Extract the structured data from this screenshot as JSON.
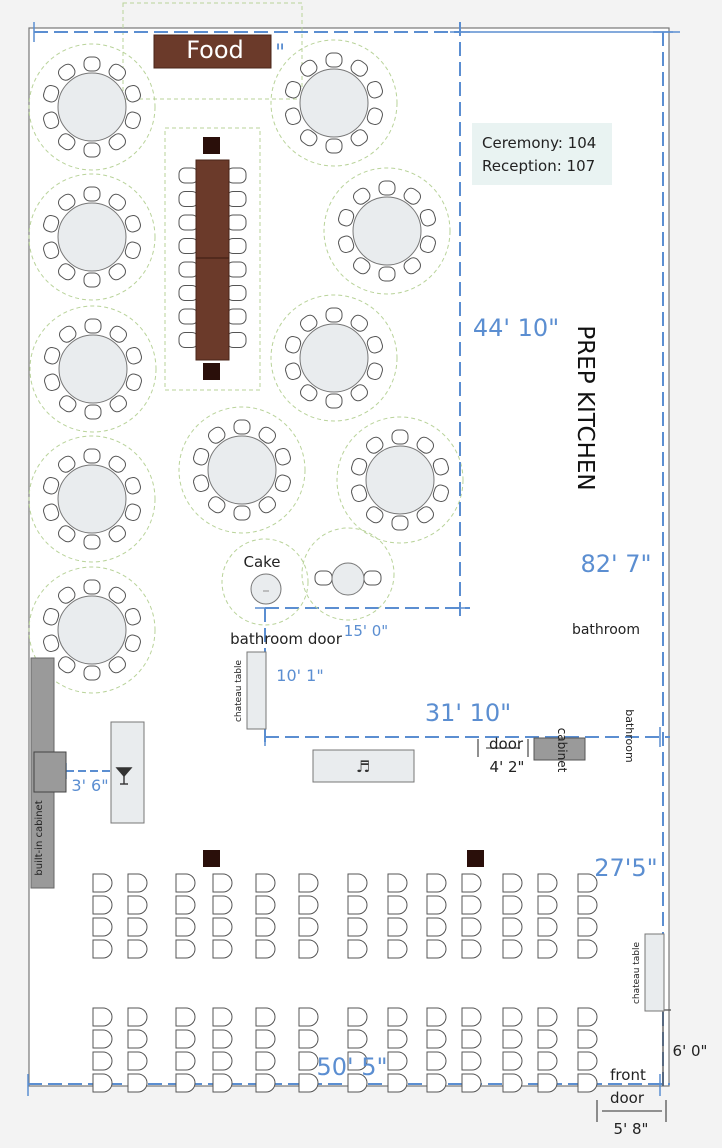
{
  "colors": {
    "background": "#f3f3f3",
    "room_fill": "#ffffff",
    "table_fill": "#e9ecee",
    "wood": "#6b3a2a",
    "dimension_blue": "#5b8ed1",
    "guide_green": "#b9d39a",
    "cabinet_gray": "#9a9a9a",
    "capacity_box": "#e9f3f2",
    "post": "#2a0f0a"
  },
  "labels": {
    "food": "Food",
    "food_tail": "\"",
    "capacity_ceremony": "Ceremony: 104",
    "capacity_reception": "Reception: 107",
    "prep_kitchen": "PREP KITCHEN",
    "cake": "Cake",
    "bathroom_door": "bathroom door",
    "chateau_table_left": "chateau table",
    "chateau_table_right": "chateau table",
    "bathroom_main": "bathroom",
    "bathroom_side": "bathroom",
    "door": "door",
    "cabinet": "cabinet",
    "built_in_cabinet": "built-in cabinet",
    "front": "front",
    "front_door": "door",
    "bar_icon": "cocktail-glass-icon",
    "dj_icon": "music-note-icon"
  },
  "dimensions": {
    "dim_44_10": "44' 10\"",
    "dim_82_7": "82' 7\"",
    "dim_15_0": "15' 0\"",
    "dim_10_1": "10' 1\"",
    "dim_31_10": "31' 10\"",
    "dim_4_2": "4' 2\"",
    "dim_3_6": "3' 6\"",
    "dim_27_5": "27'5\"",
    "dim_6_0": "6' 0\"",
    "dim_50_5": "50' 5\"",
    "dim_5_8": "5' 8\""
  }
}
